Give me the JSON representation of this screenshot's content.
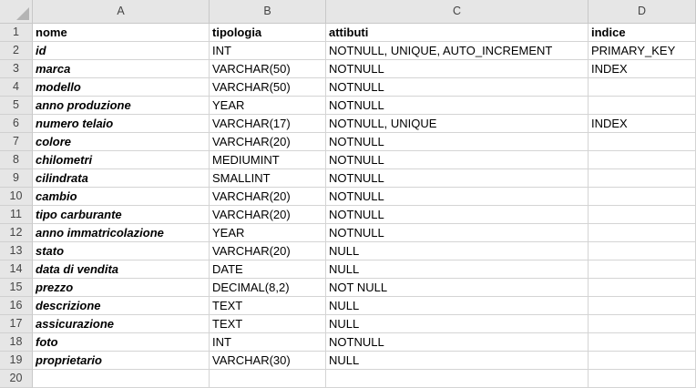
{
  "columns": [
    "A",
    "B",
    "C",
    "D"
  ],
  "rows": [
    {
      "n": "1",
      "a": "nome",
      "b": "tipologia",
      "c": "attibuti",
      "d": "indice",
      "header": true
    },
    {
      "n": "2",
      "a": "id",
      "b": "INT",
      "c": "NOTNULL, UNIQUE, AUTO_INCREMENT",
      "d": "PRIMARY_KEY"
    },
    {
      "n": "3",
      "a": "marca",
      "b": "VARCHAR(50)",
      "c": "NOTNULL",
      "d": "INDEX"
    },
    {
      "n": "4",
      "a": "modello",
      "b": "VARCHAR(50)",
      "c": "NOTNULL",
      "d": ""
    },
    {
      "n": "5",
      "a": "anno produzione",
      "b": "YEAR",
      "c": "NOTNULL",
      "d": ""
    },
    {
      "n": "6",
      "a": "numero telaio",
      "b": "VARCHAR(17)",
      "c": "NOTNULL, UNIQUE",
      "d": "INDEX"
    },
    {
      "n": "7",
      "a": "colore",
      "b": "VARCHAR(20)",
      "c": "NOTNULL",
      "d": ""
    },
    {
      "n": "8",
      "a": "chilometri",
      "b": "MEDIUMINT",
      "c": "NOTNULL",
      "d": ""
    },
    {
      "n": "9",
      "a": "cilindrata",
      "b": "SMALLINT",
      "c": "NOTNULL",
      "d": ""
    },
    {
      "n": "10",
      "a": "cambio",
      "b": "VARCHAR(20)",
      "c": "NOTNULL",
      "d": ""
    },
    {
      "n": "11",
      "a": "tipo carburante",
      "b": "VARCHAR(20)",
      "c": "NOTNULL",
      "d": ""
    },
    {
      "n": "12",
      "a": "anno immatricolazione",
      "b": "YEAR",
      "c": "NOTNULL",
      "d": ""
    },
    {
      "n": "13",
      "a": "stato",
      "b": "VARCHAR(20)",
      "c": "NULL",
      "d": ""
    },
    {
      "n": "14",
      "a": "data di vendita",
      "b": "DATE",
      "c": "NULL",
      "d": ""
    },
    {
      "n": "15",
      "a": "prezzo",
      "b": "DECIMAL(8,2)",
      "c": "NOT NULL",
      "d": ""
    },
    {
      "n": "16",
      "a": "descrizione",
      "b": "TEXT",
      "c": "NULL",
      "d": ""
    },
    {
      "n": "17",
      "a": "assicurazione",
      "b": "TEXT",
      "c": "NULL",
      "d": ""
    },
    {
      "n": "18",
      "a": "foto",
      "b": "INT",
      "c": "NOTNULL",
      "d": ""
    },
    {
      "n": "19",
      "a": "proprietario",
      "b": "VARCHAR(30)",
      "c": "NULL",
      "d": ""
    },
    {
      "n": "20",
      "a": "",
      "b": "",
      "c": "",
      "d": ""
    }
  ]
}
